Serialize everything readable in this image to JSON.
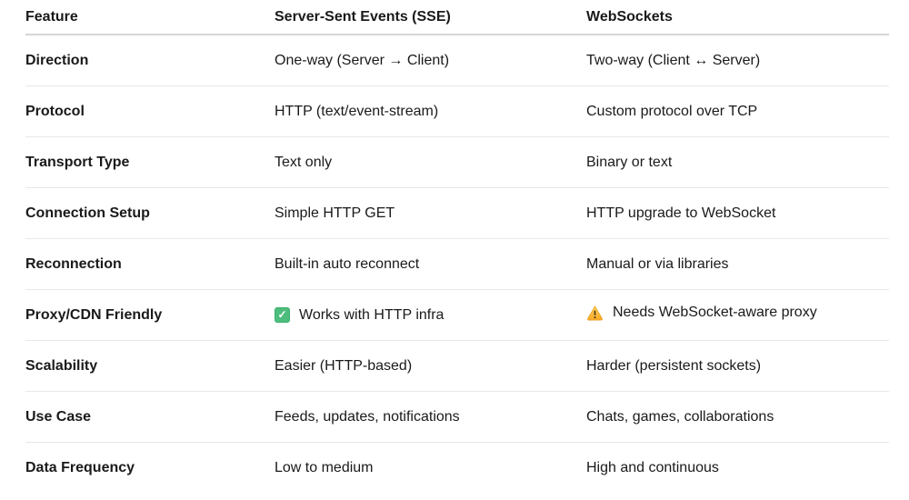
{
  "chart_data": {
    "type": "table",
    "columns": [
      "Feature",
      "Server-Sent Events (SSE)",
      "WebSockets"
    ],
    "rows": [
      [
        "Direction",
        "One-way (Server → Client)",
        "Two-way (Client ↔ Server)"
      ],
      [
        "Protocol",
        "HTTP (text/event-stream)",
        "Custom protocol over TCP"
      ],
      [
        "Transport Type",
        "Text only",
        "Binary or text"
      ],
      [
        "Connection Setup",
        "Simple HTTP GET",
        "HTTP upgrade to WebSocket"
      ],
      [
        "Reconnection",
        "Built-in auto reconnect",
        "Manual or via libraries"
      ],
      [
        "Proxy/CDN Friendly",
        "Works with HTTP infra",
        "Needs WebSocket-aware proxy"
      ],
      [
        "Scalability",
        "Easier (HTTP-based)",
        "Harder (persistent sockets)"
      ],
      [
        "Use Case",
        "Feeds, updates, notifications",
        "Chats, games, collaborations"
      ],
      [
        "Data Frequency",
        "Low to medium",
        "High and continuous"
      ]
    ],
    "cell_icons": [
      {
        "row": 5,
        "col": 1,
        "icon": "check-icon"
      },
      {
        "row": 5,
        "col": 2,
        "icon": "warning-icon"
      }
    ],
    "layout": {
      "grid": "horizontal-row-separators",
      "header_rule": "2px",
      "row_rule": "1px"
    }
  },
  "colors": {
    "background": "#ffffff",
    "text": "#1a1a1a",
    "header_border": "#d5d5d5",
    "row_border": "#e8e8e8",
    "check_green": "#4dbd7d",
    "warning_yellow": "#ffcf4d",
    "warning_orange": "#f9a825"
  }
}
